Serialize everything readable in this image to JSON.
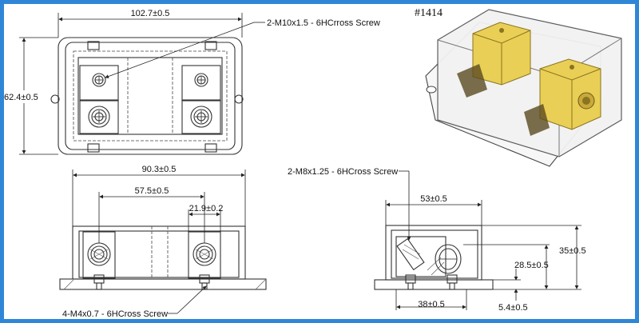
{
  "part_number": "#1414",
  "top_view": {
    "width_dim": "102.7±0.5",
    "height_dim": "62.4±0.5",
    "callout": "2-M10x1.5 - 6HCrross Screw"
  },
  "front_view": {
    "width_dim": "90.3±0.5",
    "span_dim": "57.5±0.5",
    "terminal_dim": "21.9±0.2",
    "callout": "4-M4x0.7 - 6HCross Screw"
  },
  "side_view": {
    "callout": "2-M8x1.25 - 6HCross Screw",
    "top_dim": "53±0.5",
    "height_dim": "35±0.5",
    "mid_dim": "28.5±0.5",
    "base_dim": "38±0.5",
    "foot_dim": "5.4±0.5"
  },
  "colors": {
    "frame": "#2f86d6",
    "brass": "#e9cf55",
    "cover": "#f2f2f2"
  }
}
